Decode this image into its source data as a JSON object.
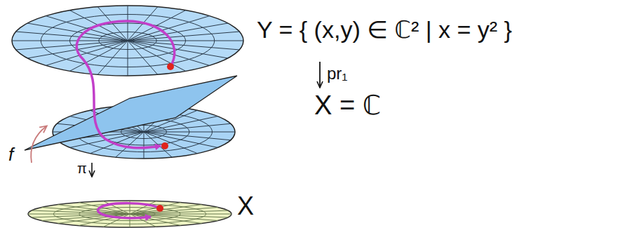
{
  "diagram": {
    "labels": [
      "Y = { (x,y) ∈ ℂ² | x = y² }",
      "pr₁",
      "X = ℂ",
      "f",
      "π",
      "X"
    ]
  }
}
